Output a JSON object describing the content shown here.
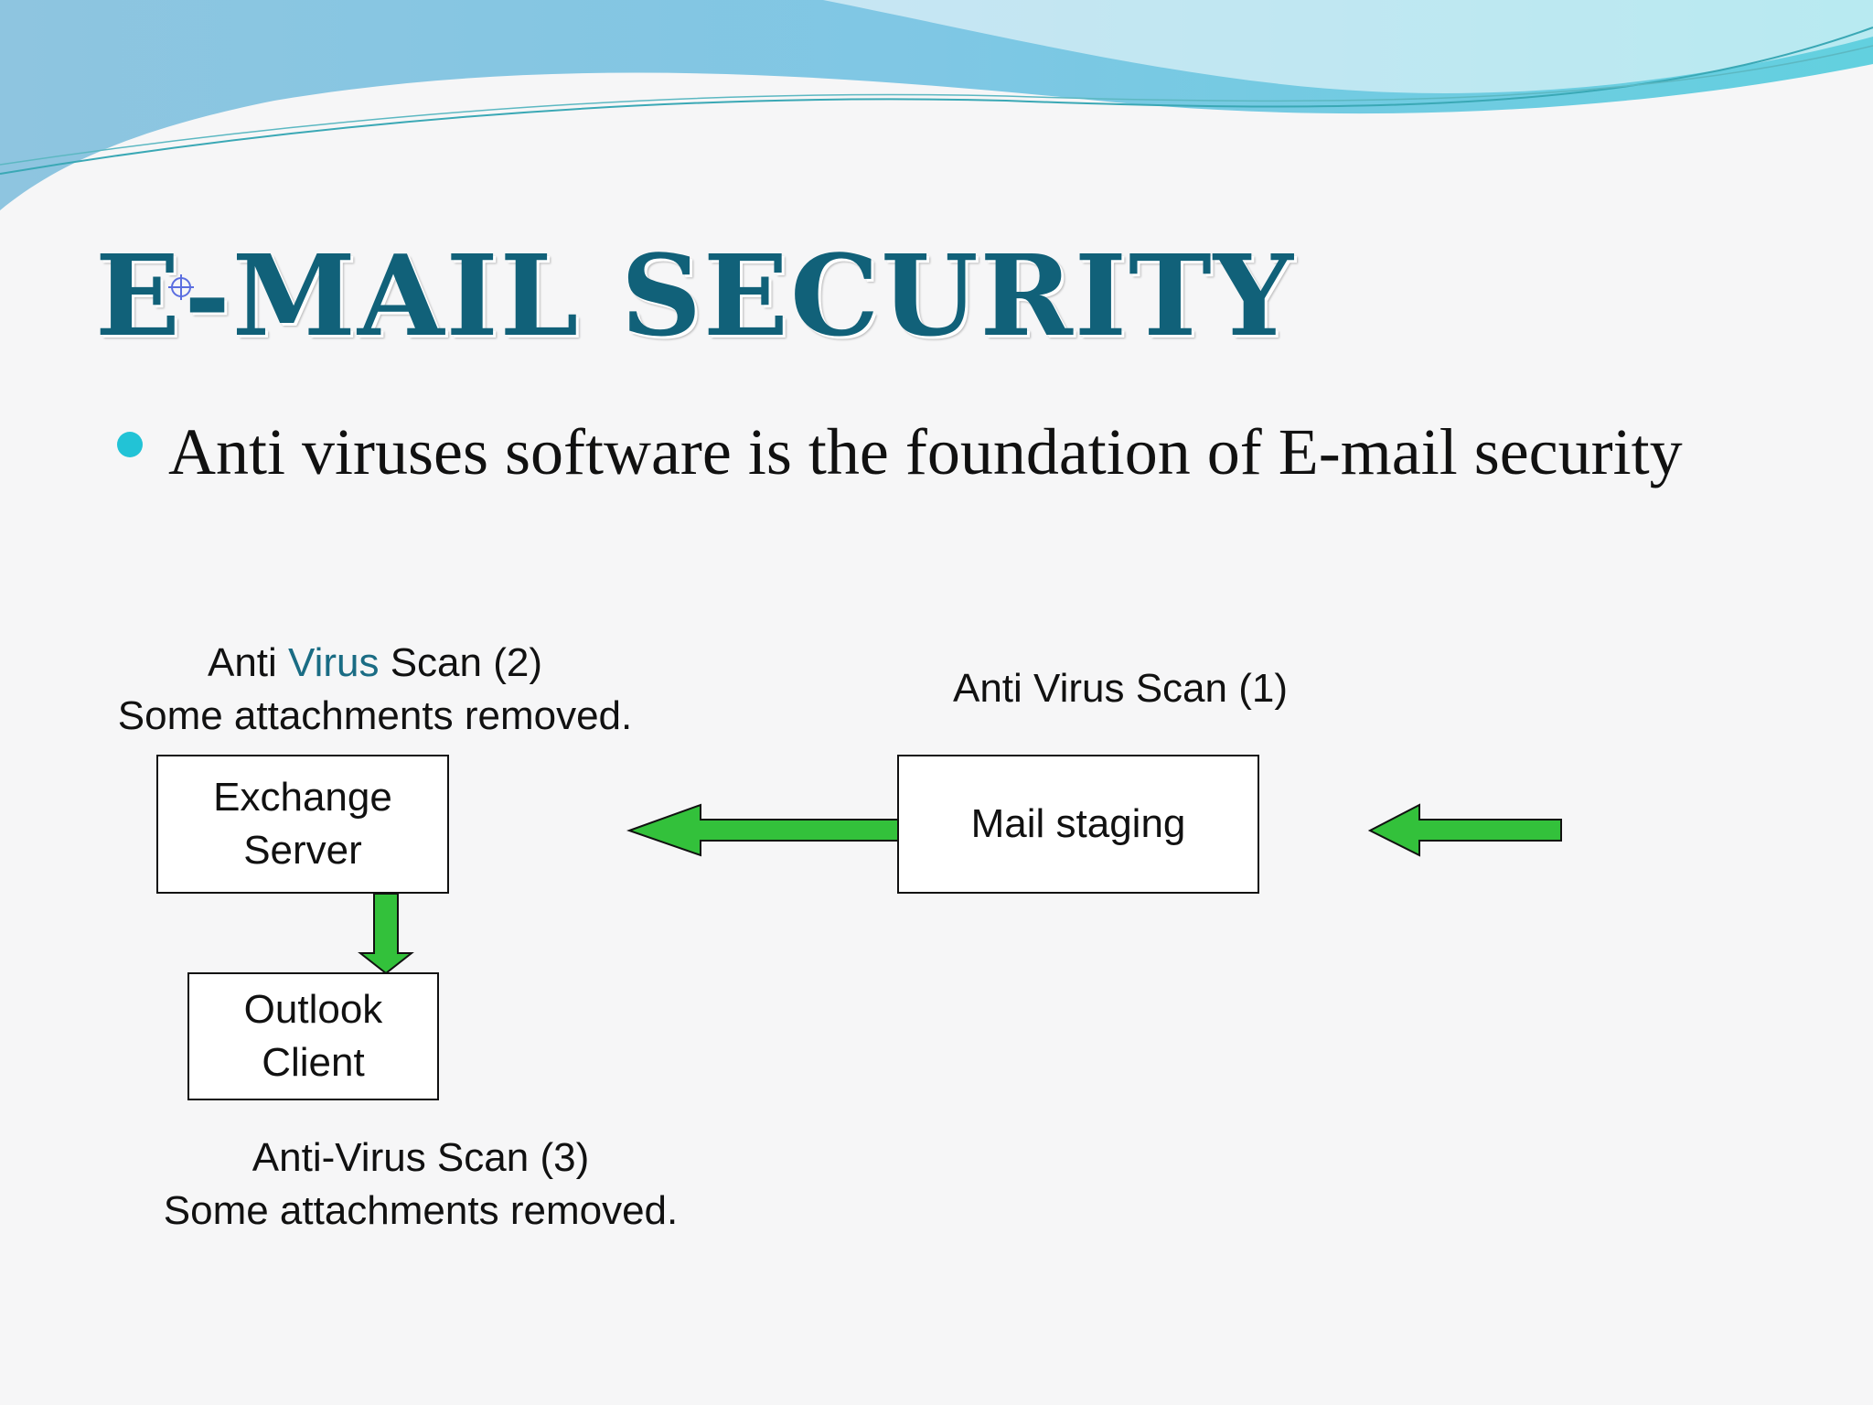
{
  "slide": {
    "title": "E-mail Security",
    "bullet": "Anti viruses software is the foundation of E-mail security"
  },
  "diagram": {
    "scan2": {
      "line1_a": "Anti ",
      "line1_b": "Virus",
      "line1_c": " Scan (2)",
      "line2": "Some attachments removed."
    },
    "scan1": {
      "label": "Anti Virus Scan (1)"
    },
    "scan3": {
      "line1": "Anti-Virus Scan (3)",
      "line2": "Some attachments removed."
    },
    "nodes": {
      "exchange": {
        "line1": "Exchange",
        "line2": "Server"
      },
      "mail_staging": {
        "label": "Mail staging"
      },
      "outlook": {
        "line1": "Outlook",
        "line2": "Client"
      }
    }
  },
  "colors": {
    "title": "#116179",
    "accent": "#1a6c84",
    "arrow": "#33c13b",
    "bullet": "#22c3d6"
  }
}
